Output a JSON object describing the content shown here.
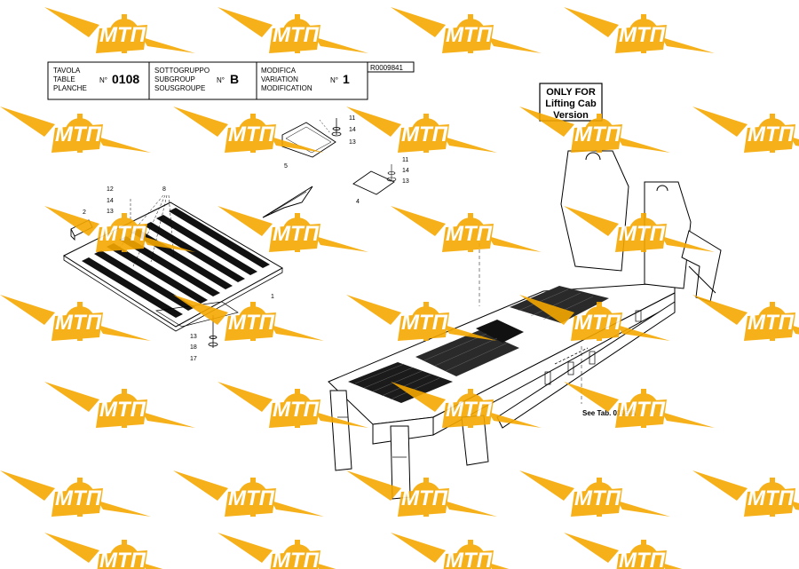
{
  "header": {
    "table_labels": [
      "TAVOLA",
      "TABLE",
      "PLANCHE"
    ],
    "table_no_prefix": "N°",
    "table_no": "0108",
    "subgroup_labels": [
      "SOTTOGRUPPO",
      "SUBGROUP",
      "SOUSGROUPE"
    ],
    "subgroup_no_prefix": "N°",
    "subgroup_no": "B",
    "mod_labels": [
      "MODIFICA",
      "VARIATION",
      "MODIFICATION"
    ],
    "mod_no_prefix": "N°",
    "mod_no": "1",
    "doc_code": "R0009841"
  },
  "note_box": {
    "lines": [
      "ONLY FOR",
      "Lifting Cab",
      "Version"
    ]
  },
  "see_ref": "See Tab. 0105/A",
  "callouts": [
    "1",
    "2",
    "4",
    "5",
    "8",
    "11",
    "12",
    "13",
    "14",
    "17",
    "18"
  ],
  "watermark": {
    "text": "МТП",
    "color": "#f5a800"
  }
}
